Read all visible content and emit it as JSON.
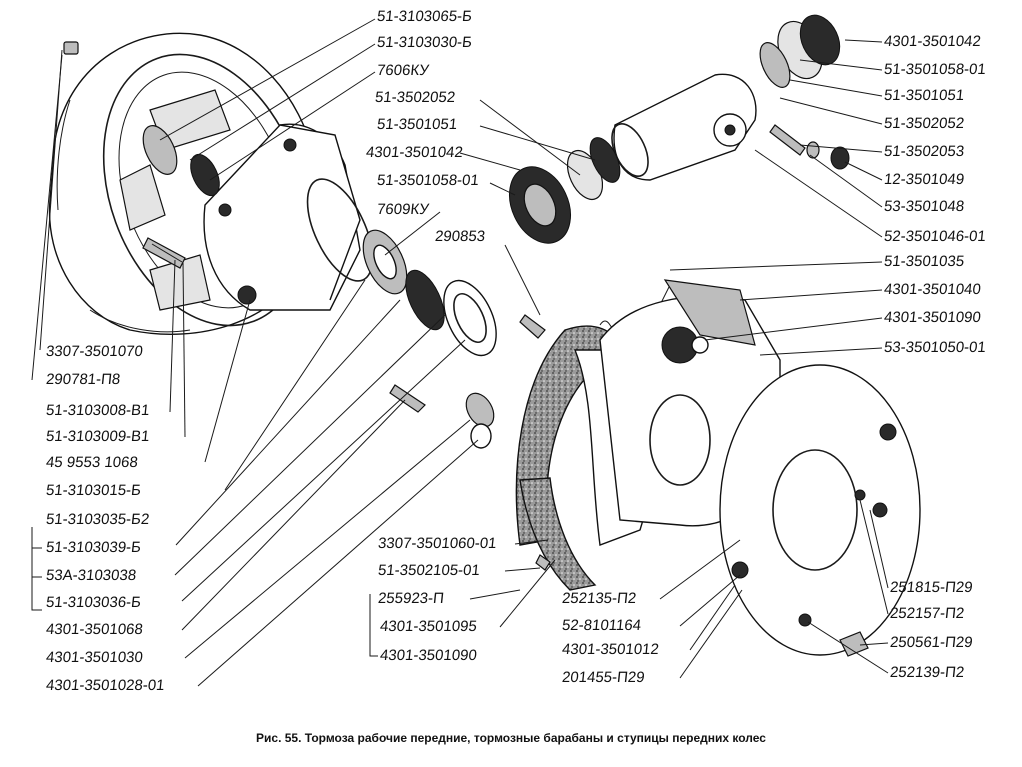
{
  "figure": {
    "caption": "Рис. 55. Тормоза рабочие передние, тормозные барабаны и ступицы передних колес"
  },
  "labels": {
    "l1": "51-3103065-Б",
    "l2": "51-3103030-Б",
    "l3": "7606КУ",
    "l4": "51-3502052",
    "l5": "51-3501051",
    "l6": "4301-3501042",
    "l7": "51-3501058-01",
    "l8": "7609КУ",
    "l9": "290853",
    "l10": "3307-3501070",
    "l11": "290781-П8",
    "l12": "51-3103008-В1",
    "l13": "51-3103009-В1",
    "l14": "45 9553 1068",
    "l15": "51-3103015-Б",
    "l16": "51-3103035-Б2",
    "l17": "51-3103039-Б",
    "l18": "53А-3103038",
    "l19": "51-3103036-Б",
    "l20": "4301-3501068",
    "l21": "4301-3501030",
    "l22": "4301-3501028-01",
    "r1": "4301-3501042",
    "r2": "51-3501058-01",
    "r3": "51-3501051",
    "r4": "51-3502052",
    "r5": "51-3502053",
    "r6": "12-3501049",
    "r7": "53-3501048",
    "r8": "52-3501046-01",
    "r9": "51-3501035",
    "r10": "4301-3501040",
    "r11": "4301-3501090",
    "r12": "53-3501050-01",
    "r13": "251815-П29",
    "r14": "252157-П2",
    "r15": "250561-П29",
    "r16": "252139-П2",
    "c1": "3307-3501060-01",
    "c2": "51-3502105-01",
    "c3": "255923-П",
    "c4": "4301-3501095",
    "c5": "4301-3501090",
    "c6": "252135-П2",
    "c7": "52-8101164",
    "c8": "4301-3501012",
    "c9": "201455-П29"
  }
}
